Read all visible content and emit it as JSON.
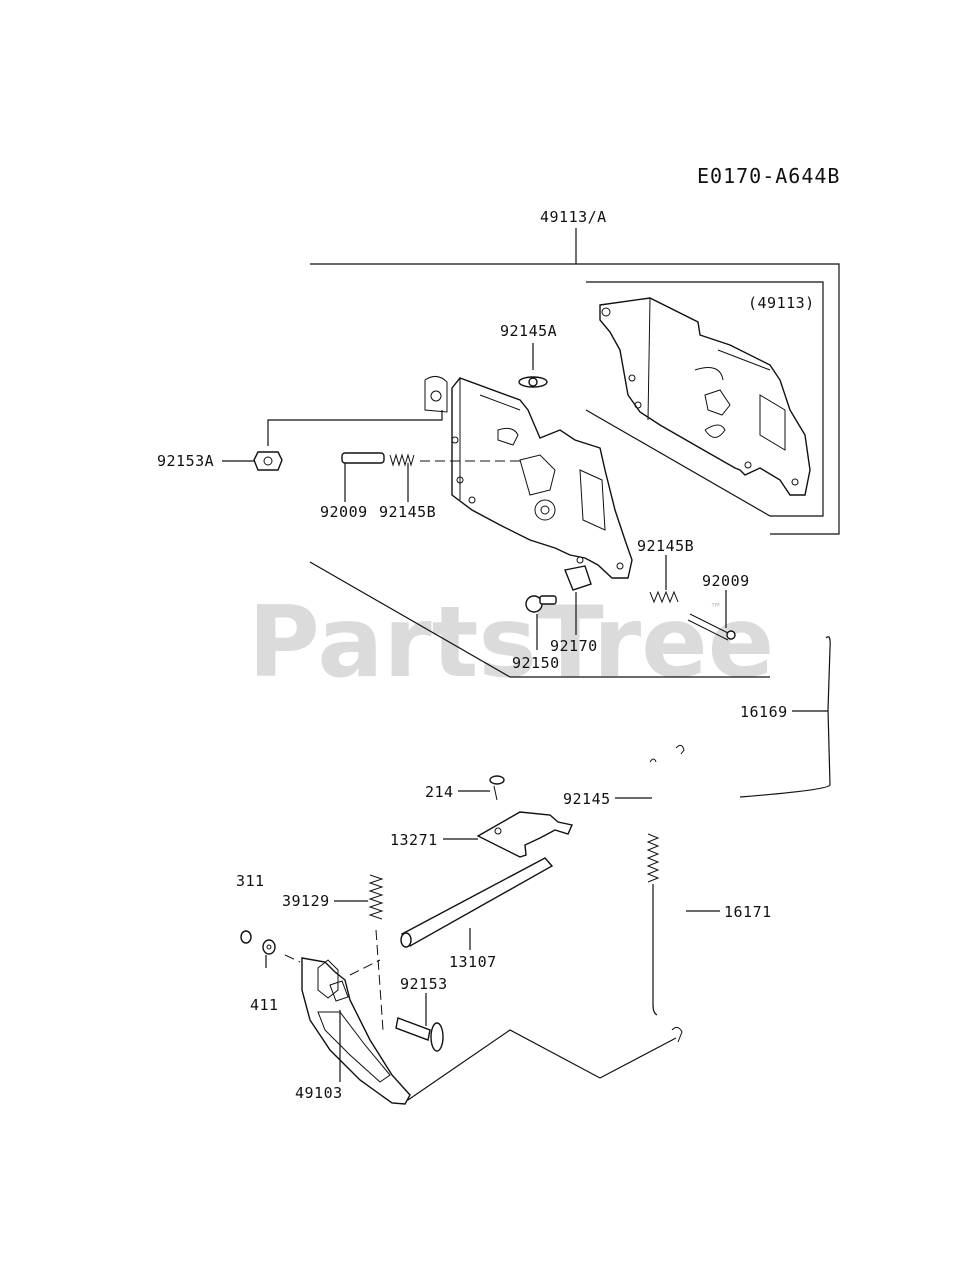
{
  "diagram": {
    "code": "E0170-A644B",
    "watermark": "PartsTree",
    "watermark_tm": "™",
    "labels": {
      "l_49113A": "49113/A",
      "l_49113": "(49113)",
      "l_92145A": "92145A",
      "l_92153A": "92153A",
      "l_92009a": "92009",
      "l_92145Ba": "92145B",
      "l_92145Bb": "92145B",
      "l_92009b": "92009",
      "l_92170": "92170",
      "l_92150": "92150",
      "l_16169": "16169",
      "l_214": "214",
      "l_92145": "92145",
      "l_13271": "13271",
      "l_311": "311",
      "l_39129": "39129",
      "l_13107": "13107",
      "l_16171": "16171",
      "l_92153": "92153",
      "l_411": "411",
      "l_49103": "49103"
    }
  }
}
